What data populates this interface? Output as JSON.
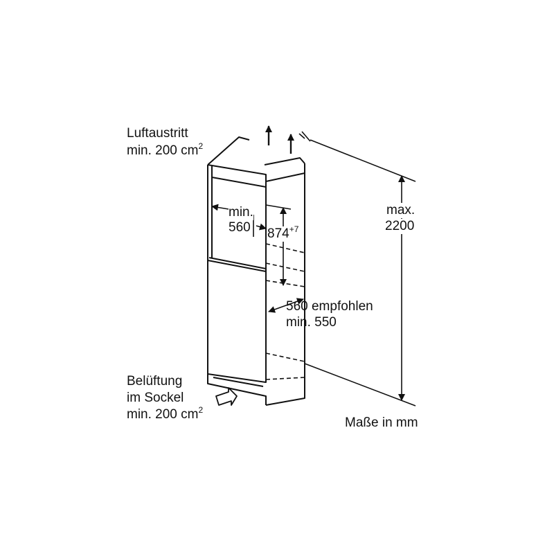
{
  "labels": {
    "air_outlet_title": "Luftaustritt",
    "air_outlet_min": "min. 200 cm",
    "air_outlet_exp": "2",
    "niche_width_line1": "min.",
    "niche_width_line2": "560",
    "device_height": "874",
    "device_height_tol": "+7",
    "max_height_line1": "max.",
    "max_height_line2": "2200",
    "depth_line1": "560 empfohlen",
    "depth_line2": "min. 550",
    "base_vent_line1": "Belüftung",
    "base_vent_line2": "im Sockel",
    "base_vent_line3": "min. 200 cm",
    "base_vent_exp": "2",
    "units_note": "Maße in mm"
  }
}
